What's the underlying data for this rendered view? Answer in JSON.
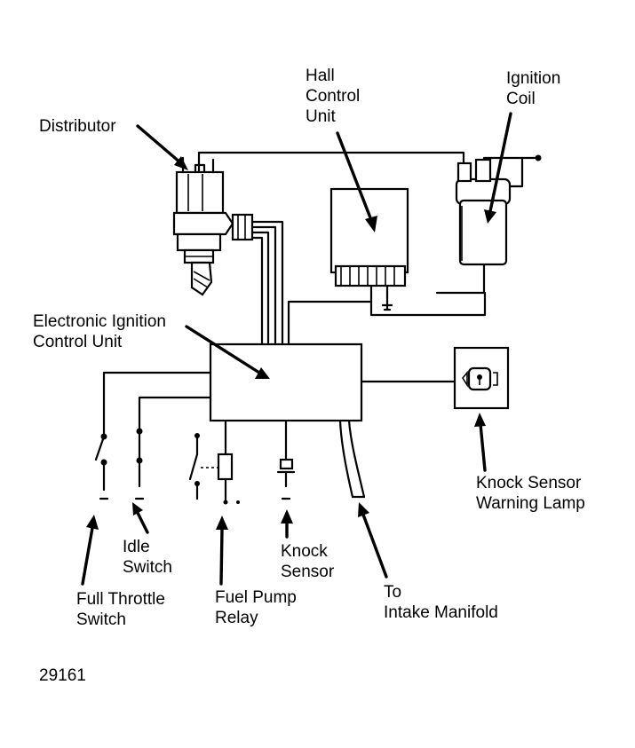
{
  "labels": {
    "distributor": "Distributor",
    "hall_control_unit": [
      "Hall",
      "Control",
      "Unit"
    ],
    "ignition_coil": [
      "Ignition",
      "Coil"
    ],
    "electronic_ignition_control_unit": [
      "Electronic Ignition",
      "Control Unit"
    ],
    "knock_sensor_warning_lamp": [
      "Knock Sensor",
      "Warning Lamp"
    ],
    "idle_switch": [
      "Idle",
      "Switch"
    ],
    "full_throttle_switch": [
      "Full Throttle",
      "Switch"
    ],
    "fuel_pump_relay": [
      "Fuel Pump",
      "Relay"
    ],
    "knock_sensor": [
      "Knock",
      "Sensor"
    ],
    "to_intake_manifold": [
      "To",
      "Intake Manifold"
    ]
  },
  "figure_number": "29161"
}
